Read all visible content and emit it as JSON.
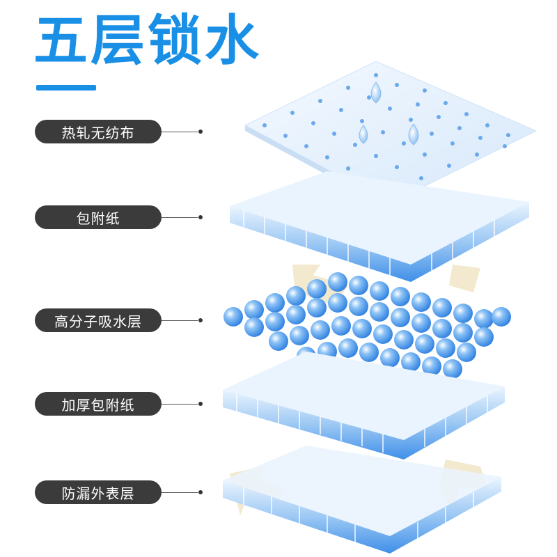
{
  "title": "五层锁水",
  "colors": {
    "accent": "#1a8fe6",
    "label_bg": "#3b3b3b",
    "label_text": "#ffffff",
    "layer_blue": "#4a9ef0",
    "layer_light": "#dcecfb",
    "arrow": "#f0e6c8"
  },
  "layers": [
    {
      "label": "热轧无纺布"
    },
    {
      "label": "包附纸"
    },
    {
      "label": "高分子吸水层"
    },
    {
      "label": "加厚包附纸"
    },
    {
      "label": "防漏外表层"
    }
  ]
}
